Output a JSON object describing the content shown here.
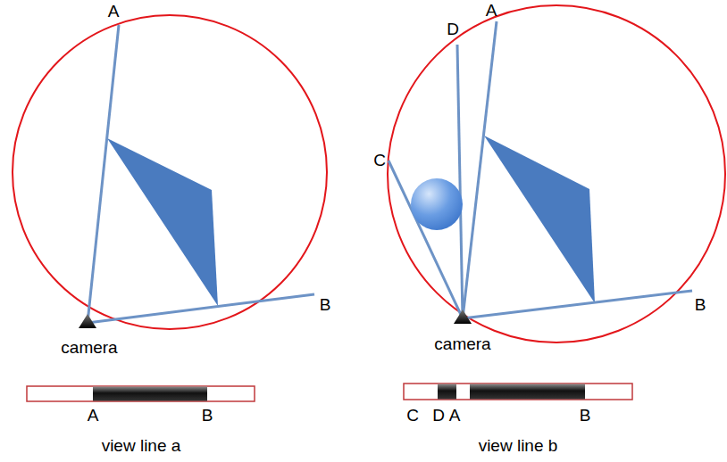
{
  "diagram": {
    "labels": [
      "A",
      "B",
      "camera",
      "A",
      "B",
      "view line a",
      "D",
      "A",
      "C",
      "B",
      "camera",
      "C",
      "D",
      "A",
      "B",
      "view line b"
    ]
  }
}
